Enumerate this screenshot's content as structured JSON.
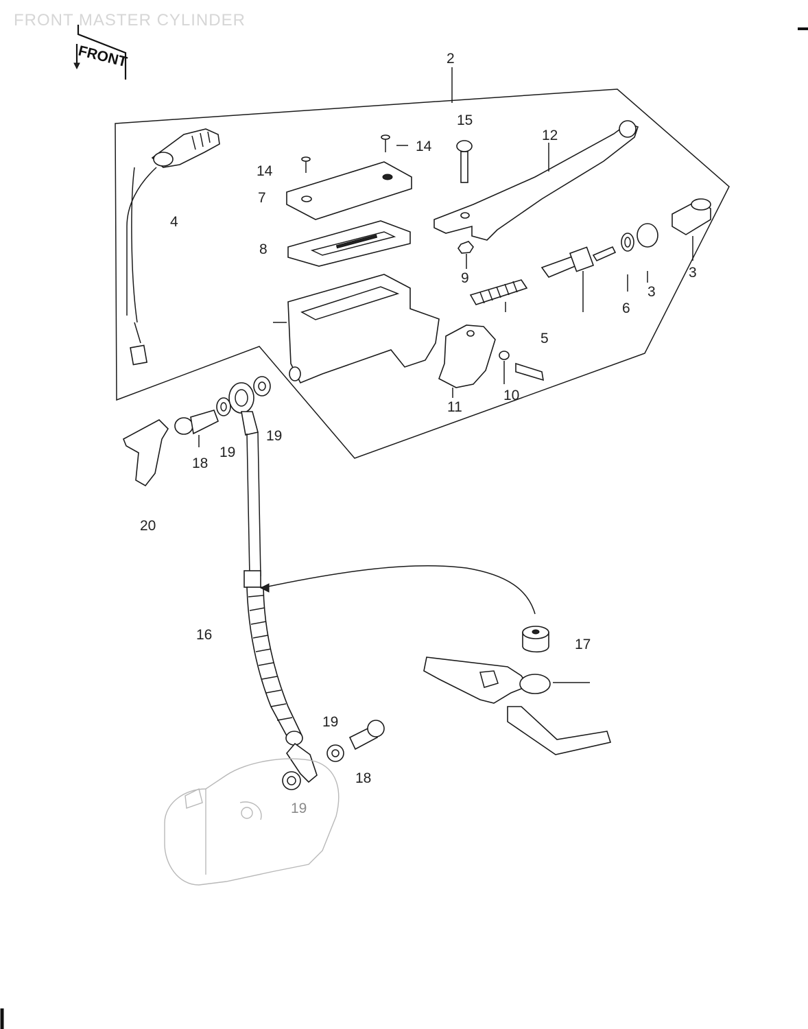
{
  "page": {
    "title": "FRONT MASTER CYLINDER",
    "front_badge": "FRONT"
  },
  "labels": {
    "p2": "2",
    "p15": "15",
    "p12": "12",
    "p14a": "14",
    "p14b": "14",
    "p7": "7",
    "p4": "4",
    "p8": "8",
    "p9": "9",
    "p3a": "3",
    "p3b": "3",
    "p6": "6",
    "p5": "5",
    "p10": "10",
    "p11": "11",
    "p19a": "19",
    "p19b": "19",
    "p18a": "18",
    "p20": "20",
    "p16": "16",
    "p17": "17",
    "p19c": "19",
    "p18b": "18",
    "p19d": "19"
  }
}
